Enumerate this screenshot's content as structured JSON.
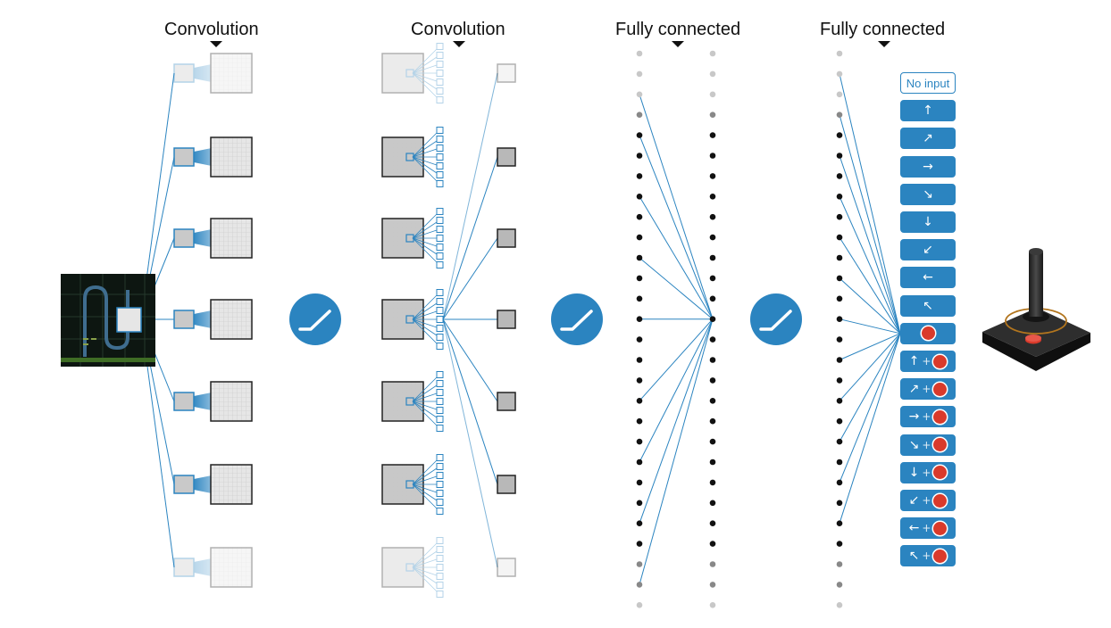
{
  "titles": [
    "Convolution",
    "Convolution",
    "Fully connected",
    "Fully connected"
  ],
  "actions": [
    {
      "label": "No input"
    },
    {
      "arrow": "↑",
      "fire": false
    },
    {
      "arrow": "↗",
      "fire": false
    },
    {
      "arrow": "→",
      "fire": false
    },
    {
      "arrow": "↘",
      "fire": false
    },
    {
      "arrow": "↓",
      "fire": false
    },
    {
      "arrow": "↙",
      "fire": false
    },
    {
      "arrow": "←",
      "fire": false
    },
    {
      "arrow": "↖",
      "fire": false
    },
    {
      "arrow": "",
      "fire": true
    },
    {
      "arrow": "↑",
      "plus": "+",
      "fire": true
    },
    {
      "arrow": "↗",
      "plus": "+",
      "fire": true
    },
    {
      "arrow": "→",
      "plus": "+",
      "fire": true
    },
    {
      "arrow": "↘",
      "plus": "+",
      "fire": true
    },
    {
      "arrow": "↓",
      "plus": "+",
      "fire": true
    },
    {
      "arrow": "↙",
      "plus": "+",
      "fire": true
    },
    {
      "arrow": "←",
      "plus": "+",
      "fire": true
    },
    {
      "arrow": "↖",
      "plus": "+",
      "fire": true
    }
  ],
  "icons": {
    "activation": "relu-activation-icon",
    "controller": "joystick-icon",
    "input": "game-screen-icon"
  },
  "colors": {
    "accent": "#2b84c0",
    "fire": "#d93a2b",
    "node": "#111111",
    "node_faded": "#c8c8c8"
  }
}
